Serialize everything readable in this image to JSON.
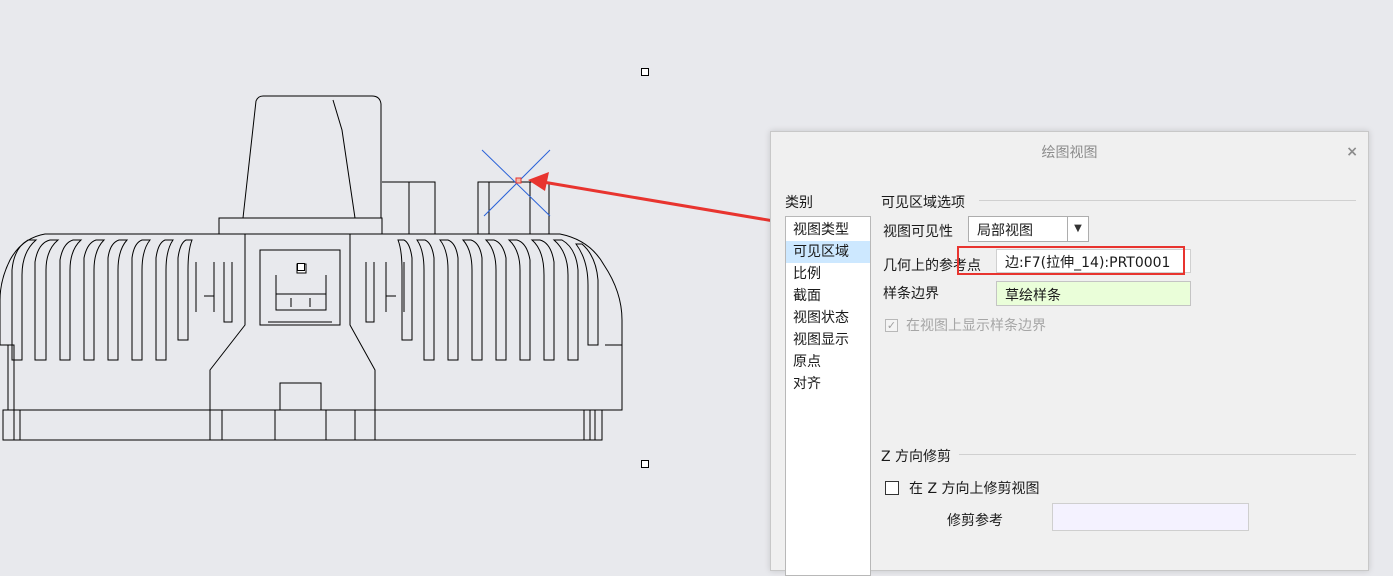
{
  "dialog": {
    "title": "绘图视图",
    "close": "×",
    "category_label": "类别",
    "categories": [
      {
        "label": "视图类型",
        "selected": false
      },
      {
        "label": "可见区域",
        "selected": true
      },
      {
        "label": "比例",
        "selected": false
      },
      {
        "label": "截面",
        "selected": false
      },
      {
        "label": "视图状态",
        "selected": false
      },
      {
        "label": "视图显示",
        "selected": false
      },
      {
        "label": "原点",
        "selected": false
      },
      {
        "label": "对齐",
        "selected": false
      }
    ],
    "visible_area": {
      "section_title": "可见区域选项",
      "visibility_label": "视图可见性",
      "visibility_value": "局部视图",
      "ref_point_label": "几何上的参考点",
      "ref_point_value": "边:F7(拉伸_14):PRT0001",
      "spline_label": "样条边界",
      "spline_value": "草绘样条",
      "show_spline_label": "在视图上显示样条边界",
      "show_spline_checked": true,
      "show_spline_enabled": false
    },
    "z_trim": {
      "section_title": "Z 方向修剪",
      "checkbox_label": "在 Z 方向上修剪视图",
      "checked": false,
      "trim_ref_label": "修剪参考",
      "trim_ref_value": ""
    }
  },
  "colors": {
    "canvas_bg": "#e8e9ed",
    "dialog_bg": "#f0f0f0",
    "selected_item": "#cde8ff",
    "annotation_red": "#e8342f",
    "spline_field_bg": "#eafed9",
    "crosshair_blue": "#2a62d8"
  },
  "icons": [
    "close-icon",
    "dropdown-arrow-icon",
    "checkmark-icon",
    "crosshair-icon",
    "annotation-arrow"
  ]
}
